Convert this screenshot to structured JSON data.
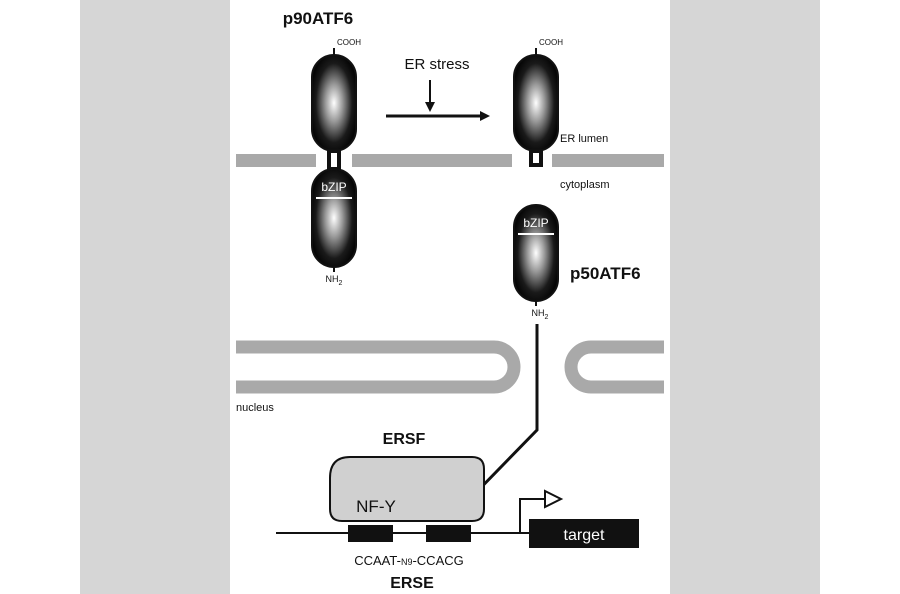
{
  "labels": {
    "protein_full": "p90ATF6",
    "protein_cleaved": "p50ATF6",
    "stimulus": "ER stress",
    "er_lumen": "ER lumen",
    "cytoplasm": "cytoplasm",
    "nucleus": "nucleus",
    "cooh_left": "COOH",
    "cooh_right": "COOH",
    "bzip_left": "bZIP",
    "bzip_right": "bZIP",
    "nh_left": "NH",
    "nh_left_sub": "2",
    "nh_right": "NH",
    "nh_right_sub": "2",
    "complex": "ERSF",
    "nfy": "NF-Y",
    "element_seq_a": "CCAAT-",
    "element_seq_spacer": "N9",
    "element_seq_b": "-CCACG",
    "element_name": "ERSE",
    "target": "target"
  },
  "colors": {
    "side_band": "#d6d6d6",
    "membrane": "#a9a9a9",
    "complex_fill": "#d0d0d0",
    "protein_dark": "#111111"
  }
}
